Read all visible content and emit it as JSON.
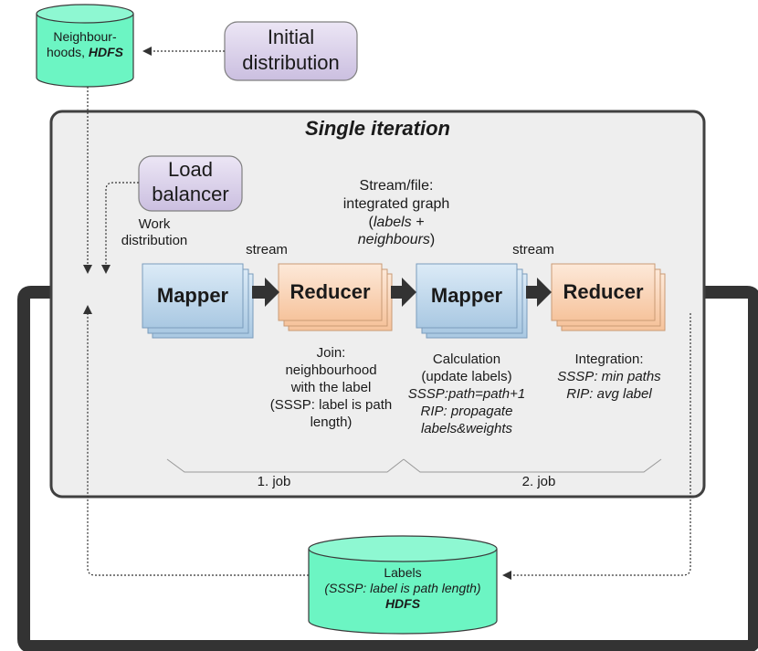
{
  "hdfs_top": {
    "line1": "Neighbour-",
    "line2_prefix": "hoods, ",
    "line2_emph": "HDFS"
  },
  "initial_distribution": {
    "line1": "Initial",
    "line2": "distribution"
  },
  "iteration": {
    "title": "Single iteration"
  },
  "load_balancer": {
    "line1": "Load",
    "line2": "balancer"
  },
  "work_distribution": {
    "line1": "Work",
    "line2": "distribution"
  },
  "stream_labels": {
    "first": "stream",
    "second": "stream"
  },
  "integrated_graph": {
    "line1": "Stream/file:",
    "line2": "integrated graph",
    "line3_open": "(",
    "line3_emph": "labels +",
    "line4_emph": "neighbours",
    "line4_close": ")"
  },
  "boxes": {
    "mapper1": "Mapper",
    "reducer1": "Reducer",
    "mapper2": "Mapper",
    "reducer2": "Reducer"
  },
  "join_note": {
    "line1": "Join:",
    "line2": "neighbourhood",
    "line3": "with the label",
    "line4": "(SSSP: label is path",
    "line5": "length)"
  },
  "calc_note": {
    "line1": "Calculation",
    "line2": "(update labels)",
    "line3": "SSSP:path=path+1",
    "line4": "RIP: propagate",
    "line5": "labels&weights"
  },
  "integration_note": {
    "line1": "Integration:",
    "line2": "SSSP: min paths",
    "line3": "RIP: avg label"
  },
  "jobs": {
    "job1": "1. job",
    "job2": "2. job"
  },
  "hdfs_bottom": {
    "line1": "Labels",
    "line2": "(SSSP: label is path length)",
    "line3": "HDFS"
  },
  "colors": {
    "cylinder": "#6cf5c3",
    "rounded_box": "#dcd3ec",
    "iteration_bg": "#eeeeee",
    "mapper": "#c6dcee",
    "reducer": "#fbd8bd",
    "arrow": "#333333"
  }
}
